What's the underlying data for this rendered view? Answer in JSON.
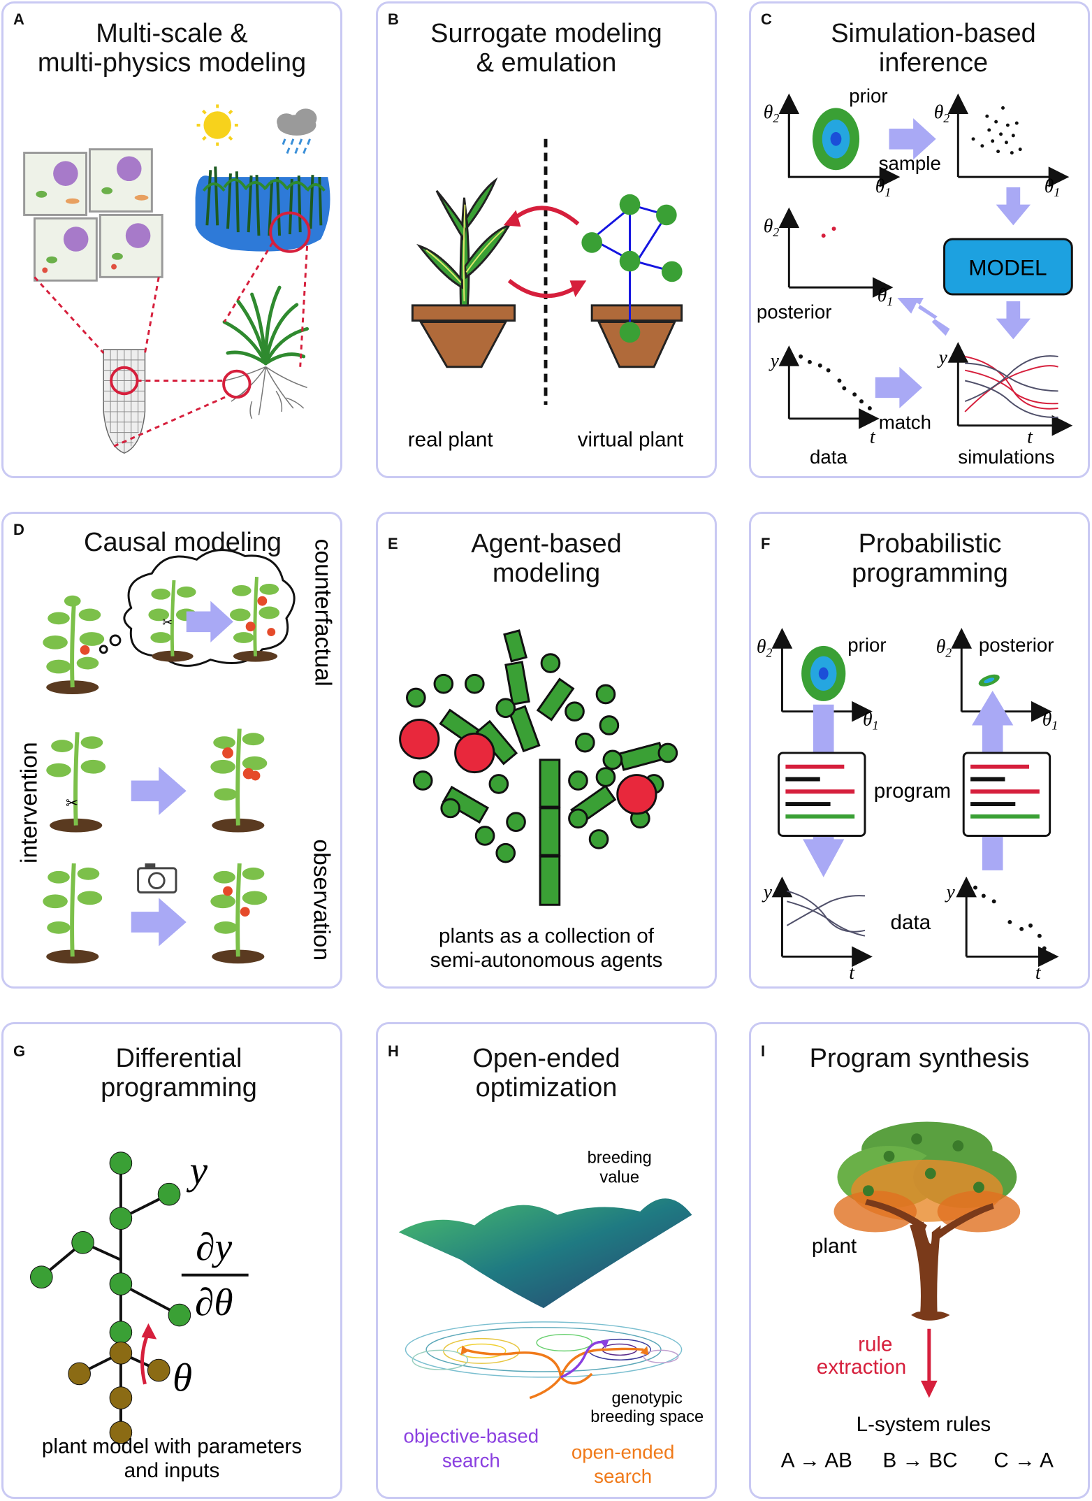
{
  "panels": {
    "a": {
      "letter": "A",
      "title1": "Multi-scale &",
      "title2": "multi-physics modeling"
    },
    "b": {
      "letter": "B",
      "title1": "Surrogate modeling",
      "title2": "& emulation",
      "real": "real plant",
      "virtual": "virtual plant"
    },
    "c": {
      "letter": "C",
      "title1": "Simulation-based",
      "title2": "inference",
      "prior": "prior",
      "sample": "sample",
      "model": "MODEL",
      "posterior": "posterior",
      "match": "match",
      "data": "data",
      "simulations": "simulations"
    },
    "d": {
      "letter": "D",
      "title": "Causal modeling",
      "counterfactual": "counterfactual",
      "intervention": "intervention",
      "observation": "observation"
    },
    "e": {
      "letter": "E",
      "title1": "Agent-based",
      "title2": "modeling",
      "caption1": "plants as a collection of",
      "caption2": "semi-autonomous agents"
    },
    "f": {
      "letter": "F",
      "title1": "Probabilistic",
      "title2": "programming",
      "prior": "prior",
      "posterior": "posterior",
      "program": "program",
      "data": "data"
    },
    "g": {
      "letter": "G",
      "title1": "Differential",
      "title2": "programming",
      "caption1": "plant model with parameters",
      "caption2": "and inputs"
    },
    "h": {
      "letter": "H",
      "title1": "Open-ended",
      "title2": "optimization",
      "breeding1": "breeding",
      "breeding2": "value",
      "genotypic1": "genotypic",
      "genotypic2": "breeding space",
      "objective1": "objective-based",
      "objective2": "search",
      "open1": "open-ended",
      "open2": "search"
    },
    "i": {
      "letter": "I",
      "title": "Program synthesis",
      "plant": "plant",
      "rule1": "rule",
      "rule2": "extraction",
      "lsystem": "L-system rules",
      "rules": [
        "A → AB",
        "B → BC",
        "C → A"
      ]
    }
  },
  "math": {
    "theta1": "θ",
    "theta2": "θ",
    "sub1": "1",
    "sub2": "2",
    "y": "y",
    "t": "t",
    "theta": "θ",
    "dy": "∂y",
    "dtheta": "∂θ"
  },
  "colors": {
    "border": "#c9c9f3",
    "arrow": "#a9a9f5",
    "green": "#3aa035",
    "red": "#e03040",
    "blue": "#25a6e0",
    "model": "#1da1e0",
    "brown": "#a0522d",
    "olive": "#8b6b14"
  }
}
